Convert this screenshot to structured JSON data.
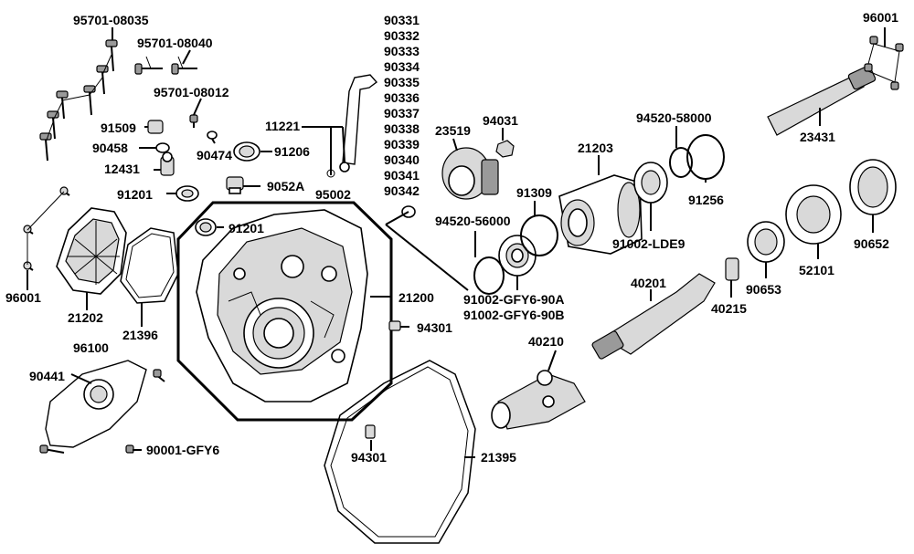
{
  "labels": {
    "p95701_08035": "95701-08035",
    "p95701_08040": "95701-08040",
    "p95701_08012": "95701-08012",
    "p91509": "91509",
    "p90458": "90458",
    "p90474": "90474",
    "p91206": "91206",
    "p12431": "12431",
    "p9052A": "9052A",
    "p11221": "11221",
    "p95002": "95002",
    "p91201_a": "91201",
    "p91201_b": "91201",
    "p96001_left": "96001",
    "p21202": "21202",
    "p21396": "21396",
    "p96100": "96100",
    "p90441": "90441",
    "p90001": "90001-GFY6",
    "p21200": "21200",
    "p94301_a": "94301",
    "p94301_b": "94301",
    "p21395": "21395",
    "p90331_90342": [
      "90331",
      "90332",
      "90333",
      "90334",
      "90335",
      "90336",
      "90337",
      "90338",
      "90339",
      "90340",
      "90341",
      "90342"
    ],
    "p23519": "23519",
    "p94031": "94031",
    "p94520_56000": "94520-56000",
    "p91309": "91309",
    "p21203": "21203",
    "p94520_58000": "94520-58000",
    "p91256": "91256",
    "p91002_LDE9": "91002-LDE9",
    "p91002_90A": "91002-GFY6-90A",
    "p91002_90B": "91002-GFY6-90B",
    "p40201": "40201",
    "p40215": "40215",
    "p40210": "40210",
    "p90653": "90653",
    "p52101": "52101",
    "p90652": "90652",
    "p23431": "23431",
    "p96001_right": "96001"
  }
}
